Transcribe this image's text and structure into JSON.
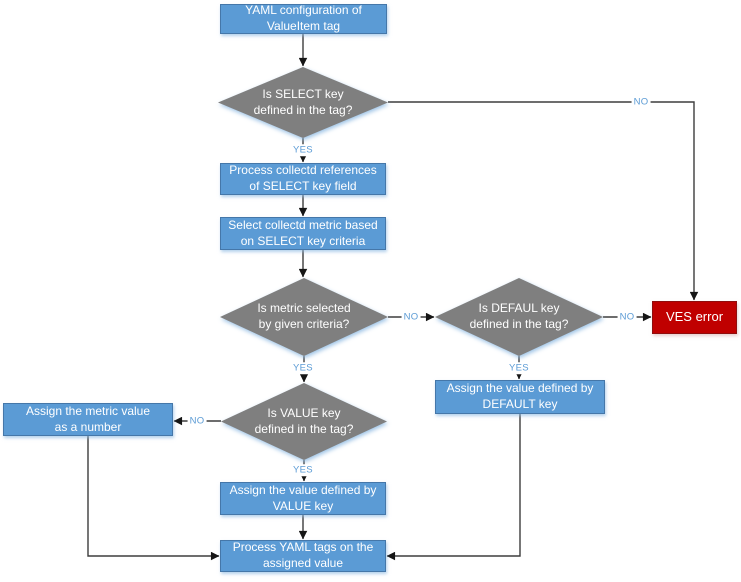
{
  "diagram": {
    "type": "flowchart",
    "nodes": {
      "start": {
        "label": "YAML configuration of\nValueItem tag",
        "shape": "process"
      },
      "select_key_decision": {
        "label": "Is SELECT key\ndefined in the tag?",
        "shape": "decision"
      },
      "process_references": {
        "label": "Process collectd references\nof SELECT key field",
        "shape": "process"
      },
      "select_metric": {
        "label": "Select collectd metric based\non SELECT key criteria",
        "shape": "process"
      },
      "metric_selected_decision": {
        "label": "Is metric selected\nby given criteria?",
        "shape": "decision"
      },
      "default_key_decision": {
        "label": "Is DEFAUL key\ndefined in the tag?",
        "shape": "decision"
      },
      "ves_error": {
        "label": "VES error",
        "shape": "error"
      },
      "assign_default": {
        "label": "Assign the value defined by\nDEFAULT key",
        "shape": "process"
      },
      "value_key_decision": {
        "label": "Is VALUE key\ndefined in the tag?",
        "shape": "decision"
      },
      "assign_metric_number": {
        "label": "Assign the metric value\nas a number",
        "shape": "process"
      },
      "assign_value": {
        "label": "Assign the value defined by\nVALUE key",
        "shape": "process"
      },
      "process_yaml_tags": {
        "label": "Process YAML tags on the\nassigned value",
        "shape": "process"
      }
    },
    "edge_labels": {
      "select_no": "NO",
      "select_yes": "YES",
      "metric_no": "NO",
      "metric_yes": "YES",
      "default_no": "NO",
      "default_yes": "YES",
      "value_no": "NO",
      "value_yes": "YES"
    },
    "colors": {
      "process_fill": "#5B9BD5",
      "process_border": "#4577A9",
      "decision_fill": "#7F7F7F",
      "error_fill": "#C00000",
      "connector": "#3d3d3d",
      "edge_label_text": "#5B9BD5"
    }
  }
}
